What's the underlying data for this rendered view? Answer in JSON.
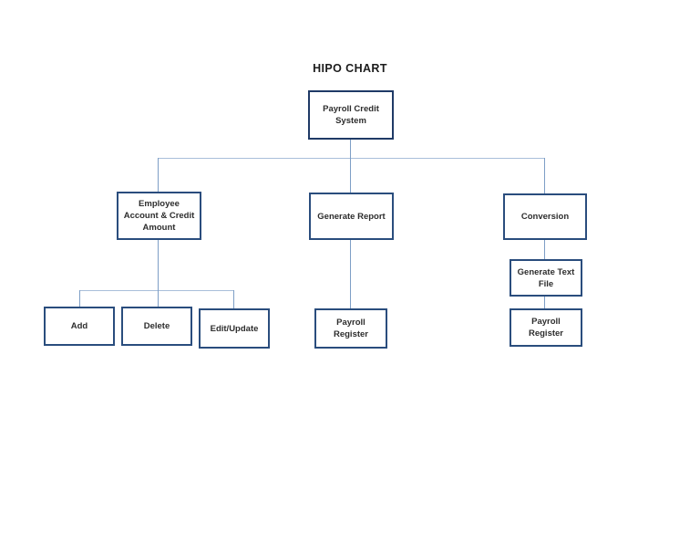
{
  "document": {
    "title": "HIPO CHART"
  },
  "colors": {
    "background": "#ffffff",
    "root_border": "#1f3a66",
    "node_border": "#2a4d7d",
    "connector_vertical": "#7d9ec6",
    "connector_horizontal": "#a9bfda",
    "text": "#2d2d2d",
    "title_text": "#1c1c1c"
  },
  "nodes": {
    "root": {
      "label": "Payroll Credit\nSystem"
    },
    "employee_account": {
      "label": "Employee\nAccount & Credit\nAmount"
    },
    "generate_report": {
      "label": "Generate Report"
    },
    "conversion": {
      "label": "Conversion"
    },
    "add": {
      "label": "Add"
    },
    "delete": {
      "label": "Delete"
    },
    "edit_update": {
      "label": "Edit/Update"
    },
    "payroll_register_report": {
      "label": "Payroll\nRegister"
    },
    "generate_text_file": {
      "label": "Generate Text\nFile"
    },
    "payroll_register_conversion": {
      "label": "Payroll\nRegister"
    }
  },
  "hierarchy": {
    "root": "Payroll Credit System",
    "children": [
      {
        "label": "Employee Account & Credit Amount",
        "children": [
          "Add",
          "Delete",
          "Edit/Update"
        ]
      },
      {
        "label": "Generate Report",
        "children": [
          "Payroll Register"
        ]
      },
      {
        "label": "Conversion",
        "children": [
          {
            "label": "Generate Text File",
            "children": [
              "Payroll Register"
            ]
          }
        ]
      }
    ]
  }
}
